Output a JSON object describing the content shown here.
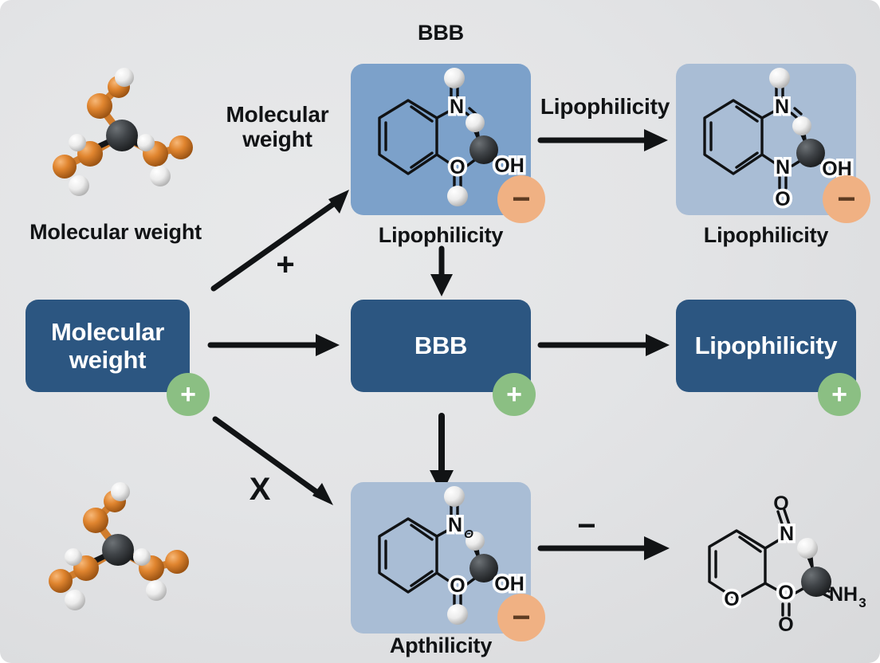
{
  "diagram": {
    "title": "BBB",
    "background_color": "#e3e4e6",
    "colors": {
      "box_dark": "#2c5681",
      "box_mid": "#7ca1ca",
      "box_light": "#a9bdd5",
      "badge_positive": "#8bbf83",
      "badge_negative": "#f0b183",
      "arrow": "#111315",
      "atom_carbon": "#3a3d40",
      "atom_hydrogen": "#f2f2f2",
      "atom_other": "#e0852f"
    }
  },
  "top_caption": {
    "text": "BBB"
  },
  "molecules": {
    "ball_stick_top_left": {
      "caption": "Molecular weight",
      "kind": "ball-and-stick-3d"
    },
    "ball_stick_bottom_left": {
      "caption": "",
      "kind": "ball-and-stick-3d"
    },
    "struct_top_center": {
      "caption": "Lipophilicity",
      "atom_labels": [
        "N",
        "O",
        "OH"
      ],
      "badge": "−"
    },
    "struct_top_right": {
      "caption": "Lipophilicity",
      "atom_labels": [
        "N",
        "N",
        "O",
        "OH"
      ],
      "badge": "−"
    },
    "struct_bottom_center": {
      "caption": "Apthilicity",
      "atom_labels": [
        "N",
        "O",
        "OH"
      ],
      "badge": "−"
    },
    "struct_bottom_right": {
      "caption": "",
      "atom_labels": [
        "O",
        "N",
        "O",
        "O",
        "O",
        "NH3"
      ]
    }
  },
  "boxes": {
    "molecular_weight": {
      "label": "Molecular\nweight",
      "badge": "+"
    },
    "bbb": {
      "label": "BBB",
      "badge": "+"
    },
    "lipophilicity": {
      "label": "Lipophilicity",
      "badge": "+"
    }
  },
  "edge_labels": {
    "mw_to_top": "Molecular\nweight",
    "mw_to_top_sign": "+",
    "mw_to_bottom_sign": "X",
    "top_center_to_top_right": "Lipophilicity",
    "bottom_center_to_bottom_right": "−"
  }
}
